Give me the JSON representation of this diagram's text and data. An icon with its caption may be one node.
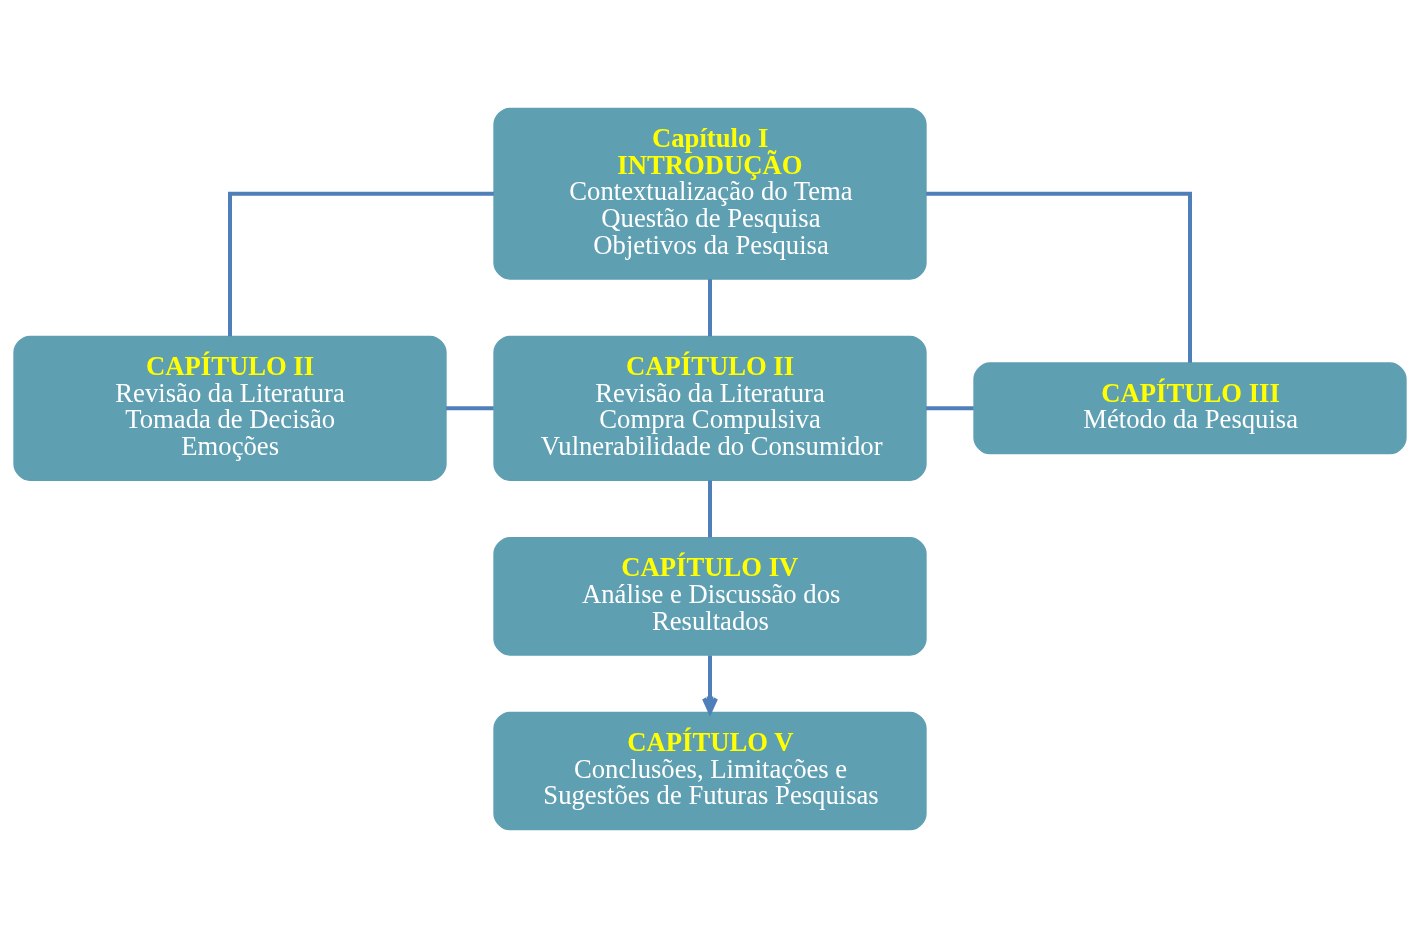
{
  "diagram": {
    "nodes": [
      {
        "text": [
          "Capítulo I",
          "INTRODUÇÃO",
          "Contextualização do Tema",
          "Questão de Pesquisa",
          "Objetivos da Pesquisa"
        ]
      },
      {
        "text": [
          "CAPÍTULO II",
          "Revisão da Literatura",
          "Tomada de Decisão",
          "Emoções"
        ]
      },
      {
        "text": [
          "CAPÍTULO II",
          "Revisão da Literatura",
          "Compra Compulsiva",
          "Vulnerabilidade do Consumidor"
        ]
      },
      {
        "text": [
          "CAPÍTULO III",
          "Método da Pesquisa"
        ]
      },
      {
        "text": [
          "CAPÍTULO IV",
          "Análise e Discussão dos Resultados"
        ]
      },
      {
        "text": [
          "CAPÍTULO V",
          "Conclusões, Limitações e Sugestões de Futuras Pesquisas"
        ]
      }
    ],
    "edges": [
      {
        "from": 0,
        "to": 1,
        "arrow": "none"
      },
      {
        "from": 0,
        "to": 2,
        "arrow": "none"
      },
      {
        "from": 0,
        "to": 3,
        "arrow": "none"
      },
      {
        "from": 1,
        "to": 2,
        "arrow": "none"
      },
      {
        "from": 2,
        "to": 3,
        "arrow": "none"
      },
      {
        "from": 2,
        "to": 4,
        "arrow": "none"
      },
      {
        "from": 4,
        "to": 5,
        "arrow": "to"
      }
    ]
  }
}
